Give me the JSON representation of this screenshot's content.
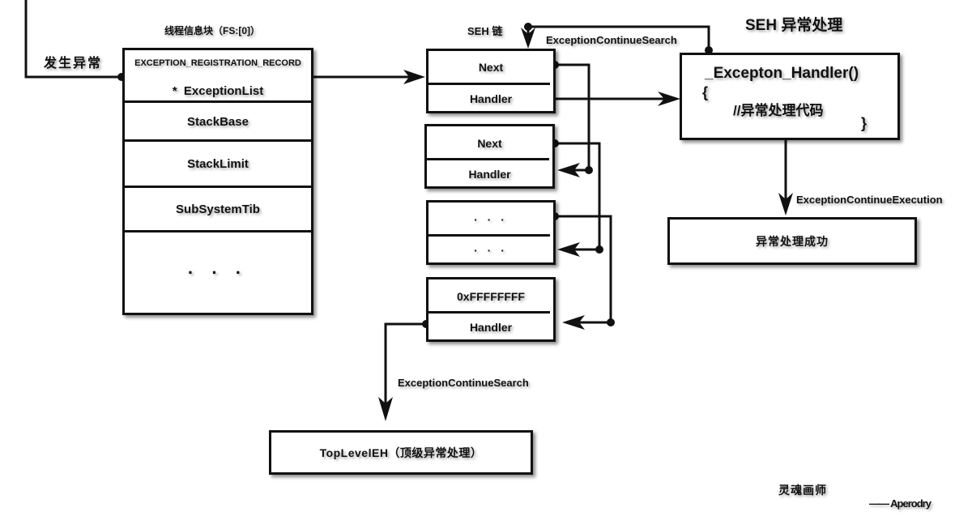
{
  "title": "SEH 异常处理",
  "trigger_label": "发生异常",
  "tib": {
    "caption": "线程信息块（FS:[0]）",
    "record_type": "EXCEPTION_REGISTRATION_RECORD",
    "fields": [
      "*  ExceptionList",
      "StackBase",
      "StackLimit",
      "SubSystemTib",
      "· · ·"
    ]
  },
  "seh_chain": {
    "caption": "SEH 链",
    "nodes": [
      {
        "next": "Next",
        "handler": "Handler"
      },
      {
        "next": "Next",
        "handler": "Handler"
      },
      {
        "next": "· · ·",
        "handler": "· · ·"
      },
      {
        "next": "0xFFFFFFFF",
        "handler": "Handler"
      }
    ]
  },
  "handler_func": {
    "signature": "_Excepton_Handler()",
    "open_brace": "{",
    "comment": "//异常处理代码",
    "close_brace": "}"
  },
  "edges": {
    "continue_search_top": "ExceptionContinueSearch",
    "continue_execution": "ExceptionContinueExecution",
    "continue_search_bottom": "ExceptionContinueSearch"
  },
  "success_box": "异常处理成功",
  "top_level_box": "TopLevelEH（顶级异常处理）",
  "signature": {
    "name": "灵魂画师",
    "author": "—— Aperodry"
  }
}
